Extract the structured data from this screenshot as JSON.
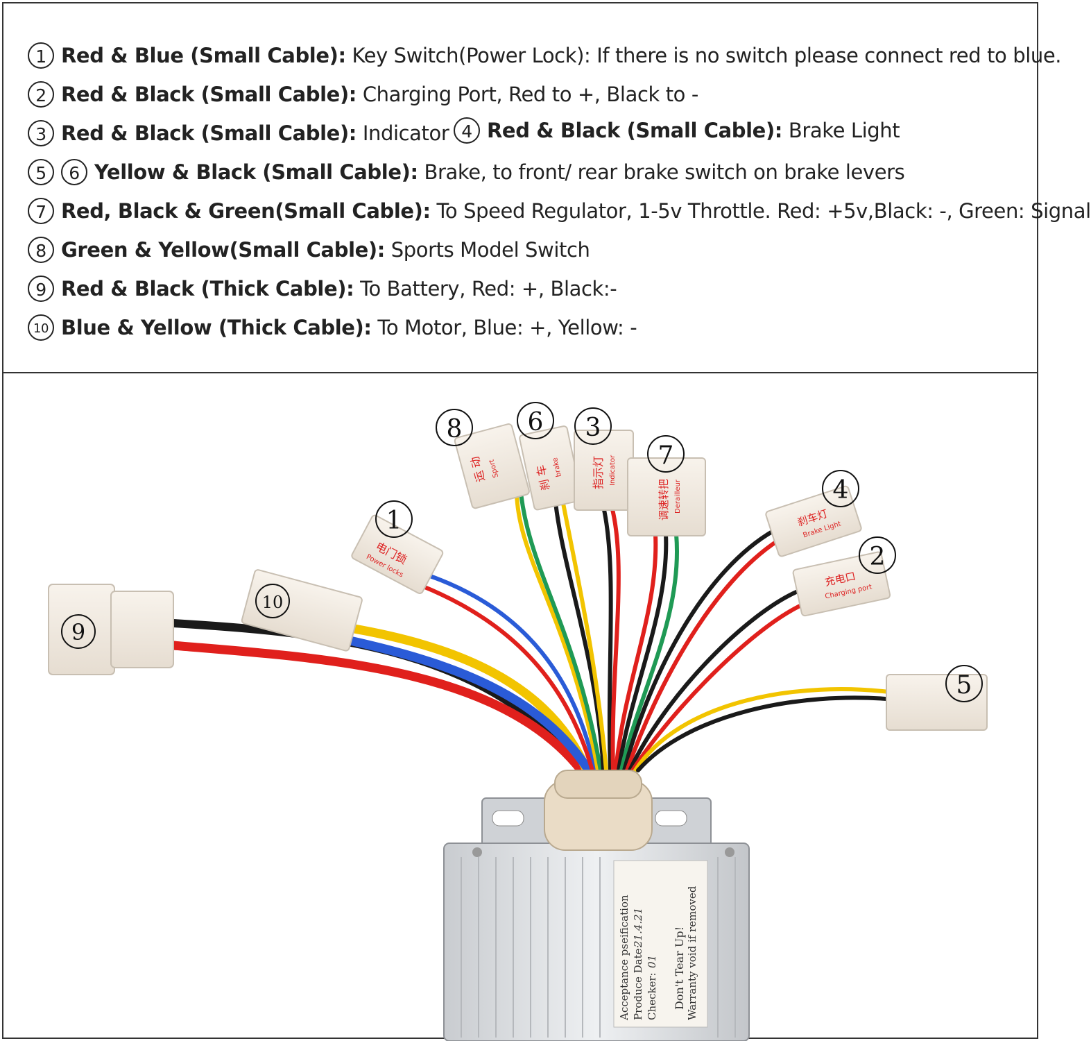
{
  "legend": {
    "rows": [
      {
        "markers": [
          "1"
        ],
        "label": "Red & Blue (Small Cable):",
        "desc": " Key Switch(Power Lock): If there is no switch please connect red to blue."
      },
      {
        "markers": [
          "2"
        ],
        "label": "Red & Black (Small Cable):",
        "desc": " Charging Port, Red to +, Black to -"
      },
      {
        "markers": [
          "3"
        ],
        "label": "Red & Black (Small Cable):",
        "desc": " Indicator"
      },
      {
        "markers": [
          "4"
        ],
        "label": "Red & Black (Small Cable):",
        "desc": " Brake Light"
      },
      {
        "markers": [
          "5",
          "6"
        ],
        "label": "Yellow & Black (Small Cable):",
        "desc": " Brake, to front/ rear brake switch on brake levers"
      },
      {
        "markers": [
          "7"
        ],
        "label": "Red, Black & Green(Small Cable):",
        "desc": " To Speed Regulator, 1-5v Throttle. Red: +5v,Black: -, Green: Signal"
      },
      {
        "markers": [
          "8"
        ],
        "label": "Green & Yellow(Small Cable):",
        "desc": " Sports Model Switch"
      },
      {
        "markers": [
          "9"
        ],
        "label": "Red & Black (Thick Cable):",
        "desc": " To Battery, Red: +, Black:-"
      },
      {
        "markers": [
          "10"
        ],
        "label": "Blue & Yellow (Thick Cable):",
        "desc": " To Motor, Blue: +, Yellow: -"
      }
    ]
  },
  "connectors": {
    "c1": {
      "marker": "1",
      "cn": "电门锁",
      "en": "Power locks"
    },
    "c2": {
      "marker": "2",
      "cn": "充电口",
      "en": "Charging port"
    },
    "c3": {
      "marker": "3",
      "cn": "指示灯",
      "en": "Indicator"
    },
    "c4": {
      "marker": "4",
      "cn": "刹车灯",
      "en": "Brake Light"
    },
    "c5": {
      "marker": "5"
    },
    "c6": {
      "marker": "6",
      "cn": "刹 车",
      "en": "brake"
    },
    "c7": {
      "marker": "7",
      "cn": "调速转把",
      "en": "Derailleur"
    },
    "c8": {
      "marker": "8",
      "cn": "运 动",
      "en": "Sport"
    },
    "c9": {
      "marker": "9"
    },
    "c10": {
      "marker": "10"
    }
  },
  "sticker": {
    "line1": "Acceptance pseification",
    "line2": "Produce Date:",
    "date": "21.4.21",
    "line3": "Checker:",
    "checker": "01",
    "line4": "Don't Tear Up!",
    "line5": "Warranty void if removed"
  },
  "colors": {
    "red": "#e0201c",
    "black": "#1a1a1a",
    "blue": "#2a5bd7",
    "yellow": "#f2c400",
    "green": "#1f9a55",
    "connector": "#f4ede4",
    "controller": "#d7dade"
  }
}
